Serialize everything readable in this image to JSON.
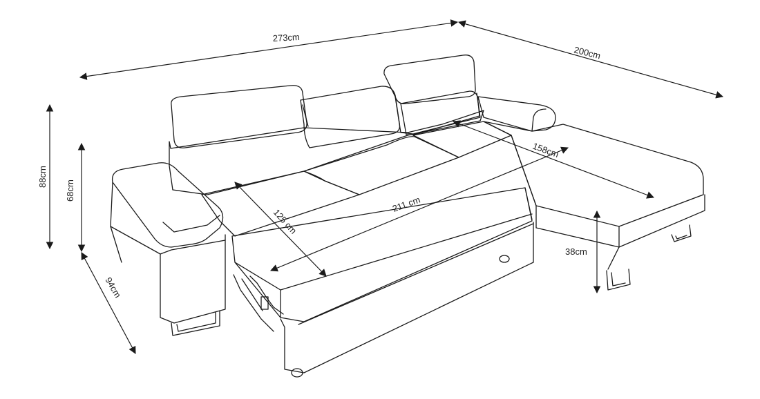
{
  "colors": {
    "line": "#1a1a1a",
    "text": "#222222",
    "background": "#ffffff"
  },
  "dimensions": {
    "total_width": "273cm",
    "chaise_depth": "200cm",
    "total_height": "88cm",
    "seat_height": "68cm",
    "depth": "94cm",
    "bed_depth": "125 cm",
    "bed_width": "211 cm",
    "chaise_seat": "158cm",
    "chaise_leg": "38cm"
  }
}
